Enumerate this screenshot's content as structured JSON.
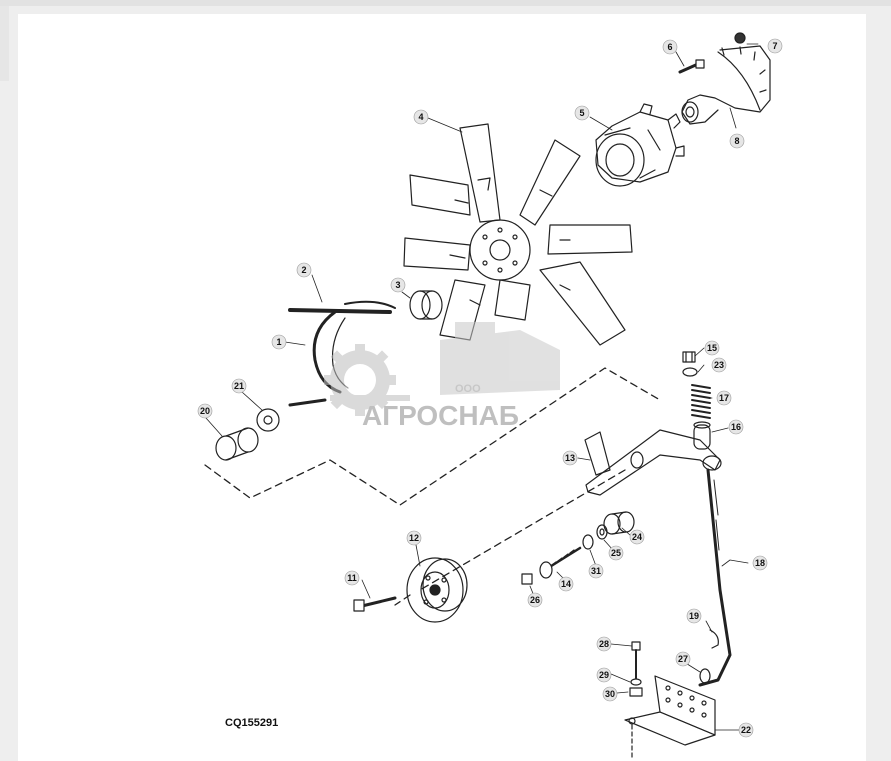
{
  "diagram": {
    "code": "CQ155291",
    "watermark": {
      "text": "АГРОСНАБ",
      "sub": "ООО"
    },
    "callouts": [
      "1",
      "2",
      "3",
      "4",
      "5",
      "6",
      "7",
      "8",
      "11",
      "12",
      "13",
      "14",
      "15",
      "16",
      "17",
      "18",
      "19",
      "20",
      "21",
      "22",
      "23",
      "24",
      "25",
      "26",
      "27",
      "28",
      "29",
      "30",
      "31"
    ]
  }
}
